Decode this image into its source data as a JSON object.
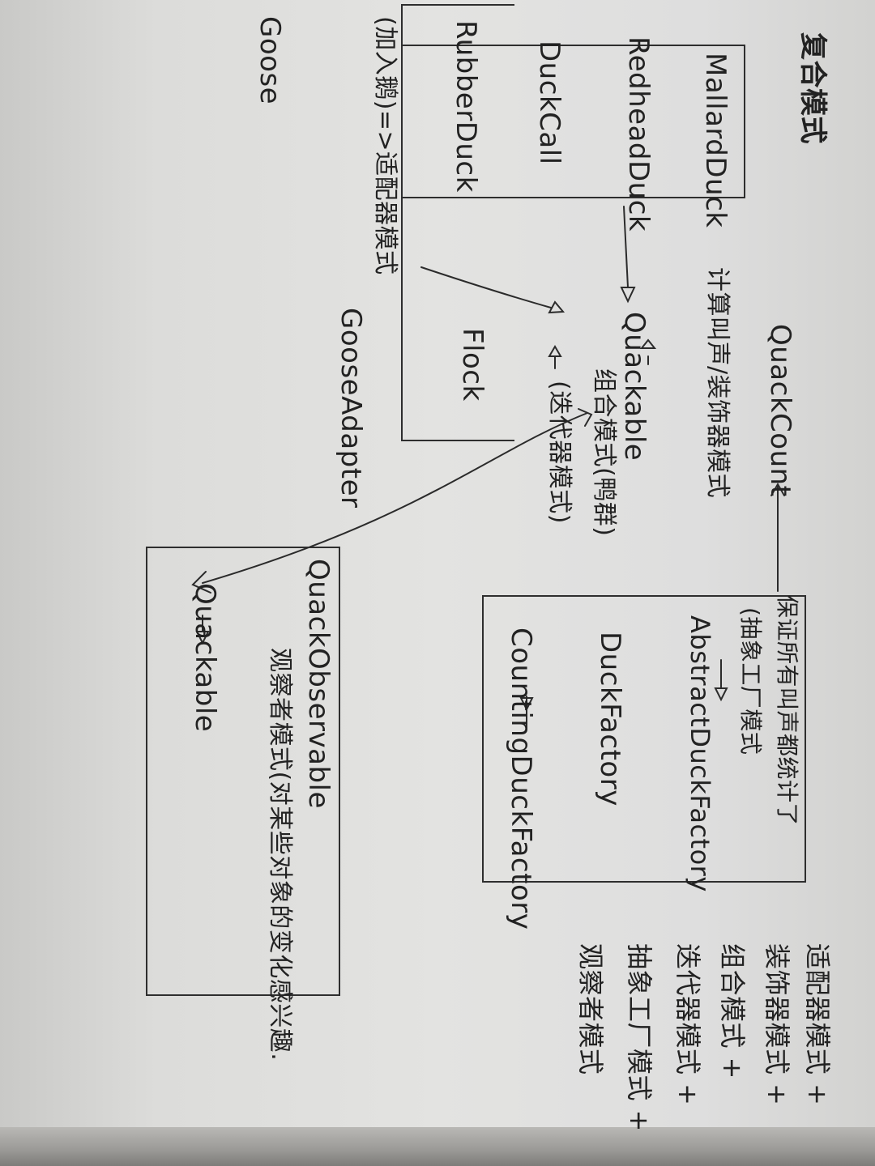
{
  "diagram": {
    "title": "复合模式",
    "top_box": {
      "items": [
        "MallardDuck",
        "RedheadDuck",
        "DuckCall",
        "RubberDuck"
      ],
      "goose_note": "(加入鹅)=>适配器模式",
      "goose": "Goose",
      "goose_adapter": "GooseAdapter"
    },
    "quackable": "Quackable",
    "decorator_note": "计算叫声/装饰器模式",
    "quack_count": "QuackCount",
    "flock": "Flock",
    "composite_note_1": "组合模式(鸭群)",
    "composite_note_2": "(迭代器模式)",
    "factory_box": {
      "note_1": "保证所有叫声都统计了",
      "note_2": "(抽象工厂模式",
      "abstract_factory": "AbstractDuckFactory",
      "duck_factory": "DuckFactory",
      "counting_factory": "CountingDuckFactory"
    },
    "observer_box": {
      "observable": "QuackObservable",
      "quackable": "Quackable",
      "note": "观察者模式(对某些对象的变化感兴趣."
    },
    "summary": [
      "适配器模式 +",
      "装饰器模式 +",
      "组合模式 +",
      "迭代器模式 +",
      "抽象工厂模式 +",
      "观察者模式"
    ]
  }
}
